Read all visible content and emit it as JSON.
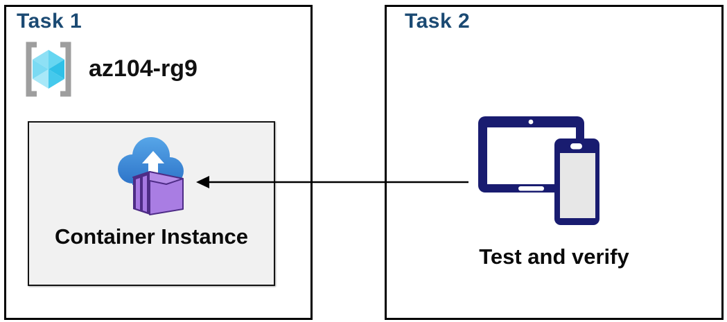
{
  "diagram": {
    "task1": {
      "title": "Task 1",
      "resource_group_name": "az104-rg9",
      "container_label": "Container Instance"
    },
    "task2": {
      "title": "Task 2",
      "caption": "Test and verify"
    },
    "arrow": {
      "direction": "right-to-left",
      "from": "task2-devices-icon",
      "to": "task1-container-instance-box"
    }
  },
  "icons": {
    "resource_group": "azure-resource-group-icon",
    "container_instance": "azure-container-instances-cloud-upload-icon",
    "devices": "tablet-and-phone-icon",
    "arrowhead": "left-arrowhead-icon"
  },
  "colors": {
    "heading_blue": "#1B4A73",
    "panel_border": "#000000",
    "panel_bg": "#FFFFFF",
    "container_box_bg": "#F1F1F1",
    "container_box_border": "#141414",
    "device_navy": "#191C70",
    "device_screen_white": "#FFFFFF",
    "device_screen_gray": "#E7E7E7",
    "cloud_blue_top": "#57A6E8",
    "cloud_blue_bottom": "#2B71C7",
    "container_purple_dark": "#4E2C86",
    "container_purple_side": "#A97DE3",
    "container_purple_top": "#B48CE8",
    "container_purple_stripe": "#A678E2",
    "cube_cyan_top_left": "#8EE0F5",
    "cube_cyan_top_right": "#66D6F1",
    "cube_cyan_right": "#2FC0E7",
    "cube_cyan_bottom_right": "#45C9EC",
    "cube_cyan_bottom_left": "#A8E8F8",
    "cube_cyan_left": "#7BDAF3",
    "bracket_gray": "#9E9E9E",
    "arrow_color": "#000000",
    "label_black": "#0A0A0A"
  }
}
